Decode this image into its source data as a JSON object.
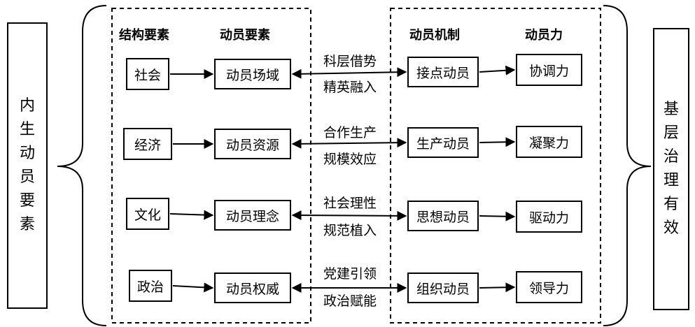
{
  "left_label": [
    "内",
    "生",
    "动",
    "员",
    "要",
    "素"
  ],
  "right_label": [
    "基",
    "层",
    "治",
    "理",
    "有",
    "效"
  ],
  "headers": {
    "structure": "结构要素",
    "mobilization": "动员要素",
    "mechanism": "动员机制",
    "force": "动员力"
  },
  "rows": [
    {
      "structure": "社会",
      "element": "动员场域",
      "link_top": "科层借势",
      "link_bottom": "精英融入",
      "mechanism": "接点动员",
      "force": "协调力"
    },
    {
      "structure": "经济",
      "element": "动员资源",
      "link_top": "合作生产",
      "link_bottom": "规模效应",
      "mechanism": "生产动员",
      "force": "凝聚力"
    },
    {
      "structure": "文化",
      "element": "动员理念",
      "link_top": "社会理性",
      "link_bottom": "规范植入",
      "mechanism": "思想动员",
      "force": "驱动力"
    },
    {
      "structure": "政治",
      "element": "动员权威",
      "link_top": "党建引领",
      "link_bottom": "政治赋能",
      "mechanism": "组织动员",
      "force": "领导力"
    }
  ]
}
